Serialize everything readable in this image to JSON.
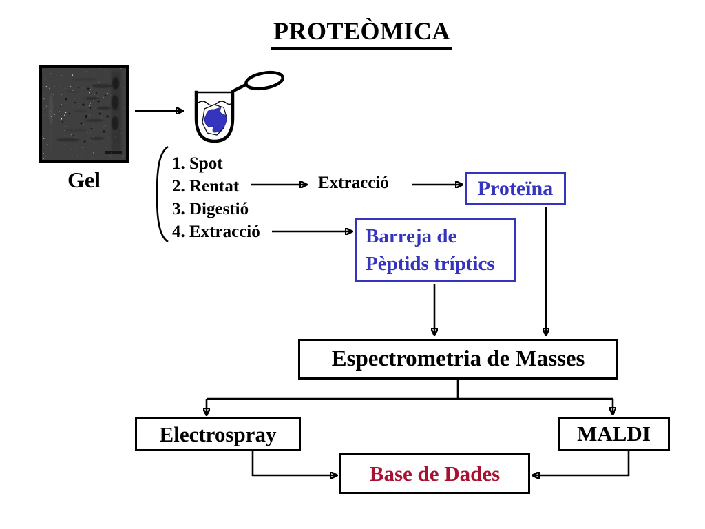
{
  "page": {
    "title": "PROTEÒMICA"
  },
  "colors": {
    "accent_blue": "#3434BE",
    "dark_red": "#A81232",
    "line_black": "#000000"
  },
  "gel": {
    "label": "Gel"
  },
  "protocol": {
    "steps": [
      "1. Spot",
      "2. Rentat",
      "3. Digestió",
      "4. Extracció"
    ],
    "extraction_label": "Extracció"
  },
  "nodes": {
    "protein": {
      "label": "Proteïna"
    },
    "peptide_mix": {
      "line1": "Barreja de",
      "line2": "Pèptids tríptics"
    },
    "mass_spectrometry": {
      "label": "Espectrometria de Masses"
    },
    "electrospray": {
      "label": "Electrospray"
    },
    "maldi": {
      "label": "MALDI"
    },
    "database": {
      "label": "Base de Dades"
    }
  },
  "icons": {
    "gel_thumbnail": "2d-electrophoresis-gel-image",
    "tube": "microtube-with-blue-gel-piece-icon",
    "lid": "open-tube-lid-loop",
    "bracket": "left-curly-bracket",
    "arrows": "black-flow-arrows"
  }
}
